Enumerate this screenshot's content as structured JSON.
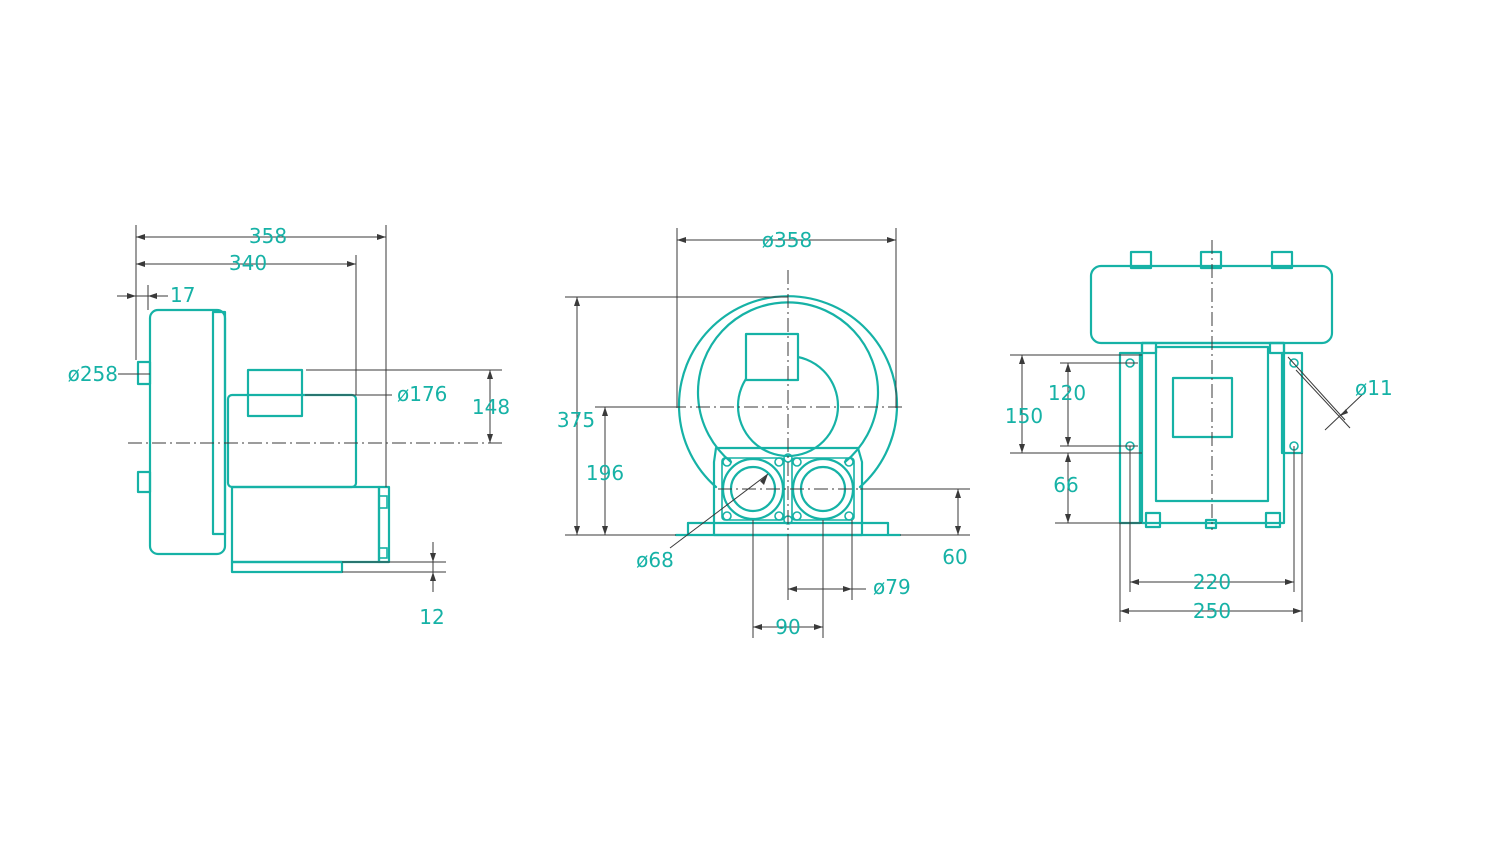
{
  "colors": {
    "outline": "#16b2a6",
    "dimension": "#3a3a3a",
    "label": "#16b2a6",
    "background": "#ffffff"
  },
  "side_view": {
    "overall_length": "358",
    "housing_length": "340",
    "flange_thickness": "17",
    "housing_diameter": "ø258",
    "motor_diameter": "ø176",
    "axis_height": "148",
    "foot_height": "12"
  },
  "front_view": {
    "housing_diameter": "ø358",
    "total_height": "375",
    "axis_height": "196",
    "port_diameter": "ø68",
    "port_flange_diameter": "ø79",
    "port_height": "60",
    "port_spacing": "90"
  },
  "top_view": {
    "hole_spacing_small": "120",
    "mount_length": "150",
    "hole_offset": "66",
    "hole_diameter": "ø11",
    "hole_spacing_width": "220",
    "base_width": "250"
  }
}
